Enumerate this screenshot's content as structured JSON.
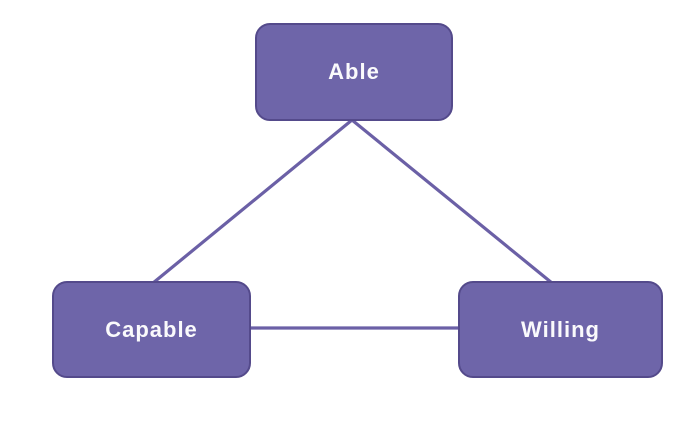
{
  "diagram": {
    "nodes": [
      {
        "id": "able",
        "label": "Able"
      },
      {
        "id": "capable",
        "label": "Capable"
      },
      {
        "id": "willing",
        "label": "Willing"
      }
    ],
    "edges": [
      {
        "from": "able",
        "to": "capable"
      },
      {
        "from": "able",
        "to": "willing"
      },
      {
        "from": "capable",
        "to": "willing"
      }
    ],
    "colors": {
      "node_fill": "#6E65A9",
      "node_border": "#544A8B",
      "connector": "#6B60A6",
      "label_text": "#FAFAFC",
      "background": "#FFFFFF"
    }
  }
}
